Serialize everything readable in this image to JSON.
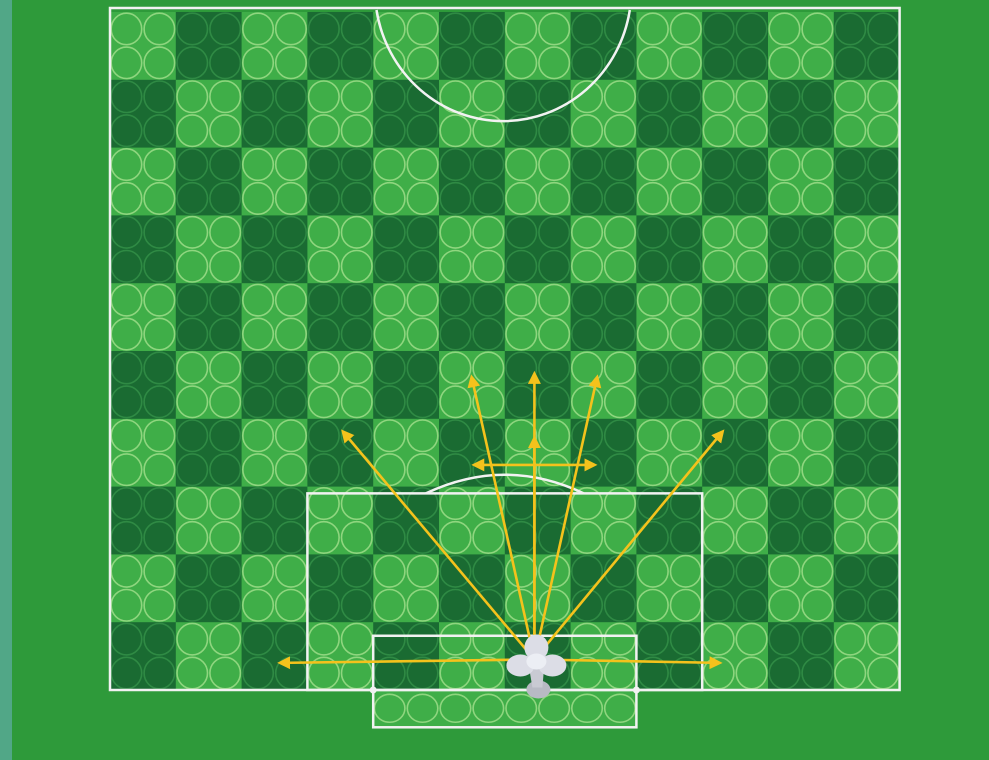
{
  "board": {
    "rows": 10,
    "cols": 12,
    "circles_per_cell": 4
  },
  "colors": {
    "outer_field": "#2e9a3a",
    "left_edge_tint": "#6fb3c6",
    "cell_light": "#3fae48",
    "cell_dark": "#1a6b32",
    "circle_outline_light": "#8fd67f",
    "circle_outline_dark": "#2f8a44",
    "pitch_lines": "#f2f2f2",
    "arrows": "#f4c21c",
    "goalkeeper_piece": "#dcdde6"
  },
  "pieces": [
    {
      "name": "goalkeeper-piece",
      "col": 6.45,
      "row": 9.55
    }
  ],
  "arrows": [
    {
      "name": "arrow-left-long",
      "to_col": 2.6,
      "to_row": 9.6
    },
    {
      "name": "arrow-right-long",
      "to_col": 9.25,
      "to_row": 9.6
    },
    {
      "name": "arrow-up-left-far",
      "to_col": 3.55,
      "to_row": 6.2
    },
    {
      "name": "arrow-up-right-far",
      "to_col": 9.3,
      "to_row": 6.2
    },
    {
      "name": "arrow-up-short-center",
      "to_col": 6.45,
      "to_row": 6.3
    },
    {
      "name": "arrow-up-long-center",
      "to_col": 6.45,
      "to_row": 5.35
    },
    {
      "name": "arrow-up-left-near",
      "to_col": 5.5,
      "to_row": 5.4
    },
    {
      "name": "arrow-up-right-near",
      "to_col": 7.4,
      "to_row": 5.4
    }
  ],
  "secondary_arrows": [
    {
      "name": "arrow-left-cross",
      "from_col": 6.45,
      "from_row": 6.68,
      "to_col": 5.55,
      "to_row": 6.68
    },
    {
      "name": "arrow-right-cross",
      "from_col": 6.45,
      "from_row": 6.68,
      "to_col": 7.35,
      "to_row": 6.68
    }
  ]
}
